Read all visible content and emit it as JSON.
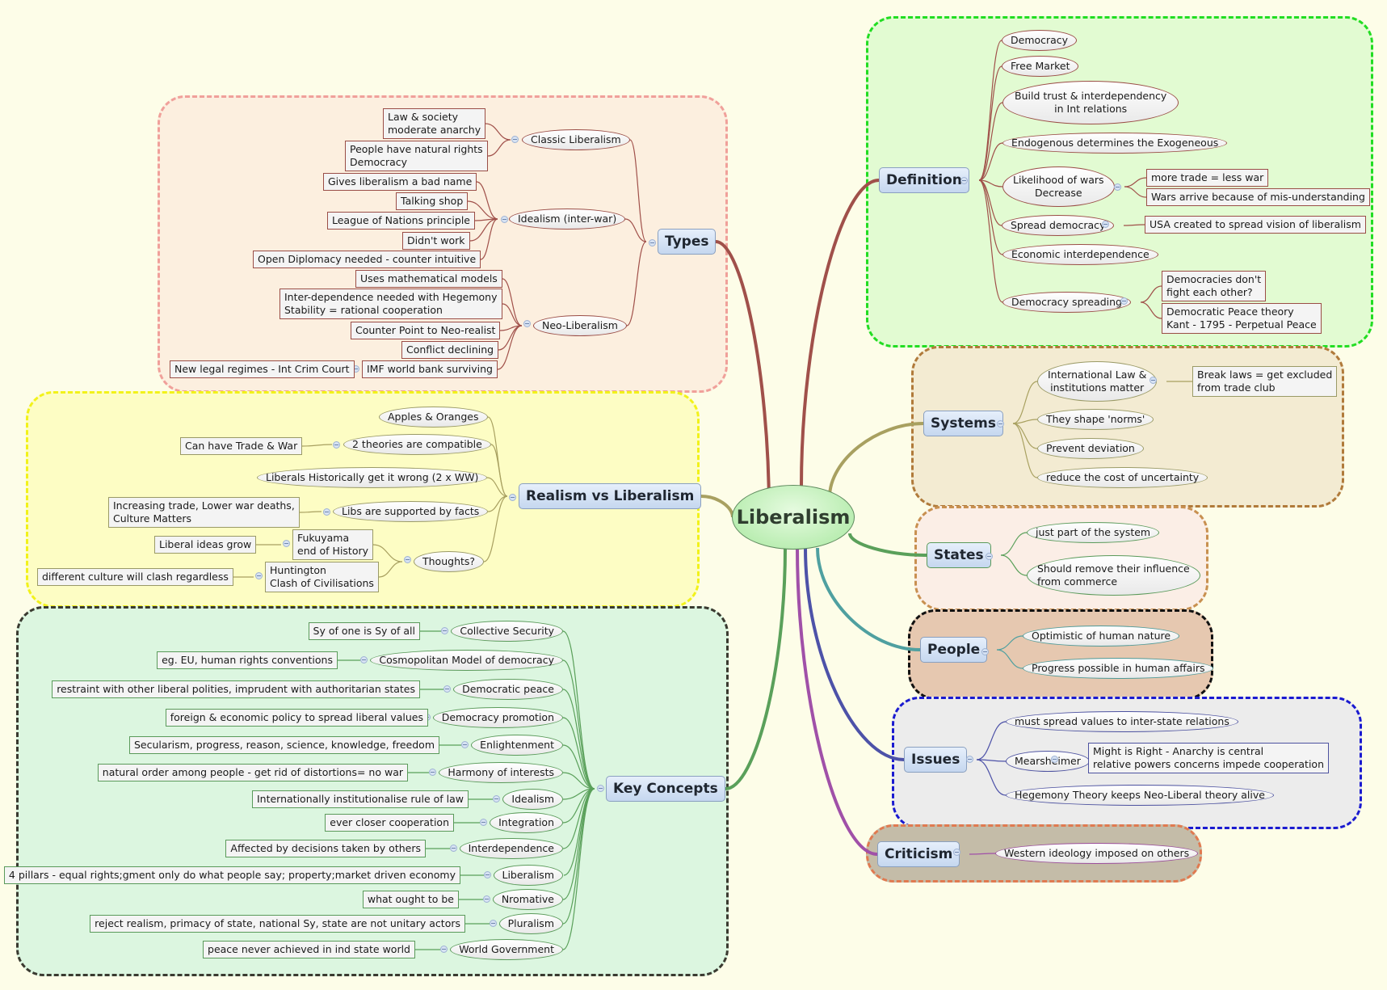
{
  "central": {
    "label": "Liberalism"
  },
  "colors": {
    "background": "#fdfde8",
    "central_fill": "#a9e8a0",
    "types_line": "#a0504a",
    "realism_line": "#a8a060",
    "key_concepts_line": "#5aa05a",
    "definition_line": "#a0504a",
    "systems_line": "#a8a060",
    "states_line": "#5aa05a",
    "people_line": "#4fa0a0",
    "issues_line": "#4d52a8",
    "criticism_line": "#a050a8"
  },
  "branches": {
    "types": {
      "label": "Types",
      "children": [
        {
          "label": "Classic Liberalism",
          "children": [
            "Law & society\nmoderate anarchy",
            "People have natural rights\nDemocracy"
          ]
        },
        {
          "label": "Idealism (inter-war)",
          "children": [
            "Gives liberalism a bad name",
            "Talking shop",
            "League of Nations principle",
            "Didn't work",
            "Open Diplomacy needed - counter intuitive"
          ]
        },
        {
          "label": "Neo-Liberalism",
          "children": [
            "Uses mathematical models",
            "Inter-dependence needed with Hegemony\nStability = rational cooperation",
            "Counter Point to Neo-realist",
            "Conflict declining",
            "IMF world bank surviving"
          ]
        }
      ],
      "imf_child": "New legal regimes - Int Crim Court"
    },
    "realism_vs_liberalism": {
      "label": "Realism vs Liberalism",
      "children": [
        {
          "label": "Apples & Oranges"
        },
        {
          "label": "2 theories are compatible",
          "child": "Can have Trade & War"
        },
        {
          "label": "Liberals Historically get it wrong (2 x WW)"
        },
        {
          "label": "Libs are supported by facts",
          "child": "Increasing trade, Lower war deaths,\nCulture Matters"
        },
        {
          "label": "Thoughts?",
          "children": [
            {
              "label": "Fukuyama\nend of History",
              "child": "Liberal ideas grow"
            },
            {
              "label": "Huntington\nClash of Civilisations",
              "child": "different culture will clash regardless"
            }
          ]
        }
      ]
    },
    "key_concepts": {
      "label": "Key Concepts",
      "children": [
        {
          "label": "Collective Security",
          "child": "Sy of one is Sy of all"
        },
        {
          "label": "Cosmopolitan Model of democracy",
          "child": "eg. EU, human rights conventions"
        },
        {
          "label": "Democratic peace",
          "child": "restraint with other liberal polities, imprudent with authoritarian states"
        },
        {
          "label": "Democracy promotion",
          "child": "foreign & economic policy to spread liberal values"
        },
        {
          "label": "Enlightenment",
          "child": "Secularism, progress, reason, science, knowledge, freedom"
        },
        {
          "label": "Harmony of interests",
          "child": "natural order among people - get rid of distortions= no war"
        },
        {
          "label": "Idealism",
          "child": "Internationally institutionalise rule of law"
        },
        {
          "label": "Integration",
          "child": "ever closer cooperation"
        },
        {
          "label": "Interdependence",
          "child": "Affected by decisions taken by others"
        },
        {
          "label": "Liberalism",
          "child": "4 pillars - equal rights;gment only do what people say; property;market driven economy"
        },
        {
          "label": "Nromative",
          "child": "what ought to be"
        },
        {
          "label": "Pluralism",
          "child": "reject realism, primacy of state, national Sy, state are not unitary actors"
        },
        {
          "label": "World Government",
          "child": "peace never achieved in ind state world"
        }
      ]
    },
    "definition": {
      "label": "Definition",
      "children": [
        {
          "label": "Democracy"
        },
        {
          "label": "Free Market"
        },
        {
          "label": "Build trust & interdependency\nin Int relations"
        },
        {
          "label": "Endogenous determines the Exogeneous"
        },
        {
          "label": "Likelihood of wars\nDecrease",
          "children": [
            "more trade = less war",
            "Wars arrive because of mis-understanding"
          ]
        },
        {
          "label": "Spread democracy",
          "children": [
            "USA created to spread vision of liberalism"
          ]
        },
        {
          "label": "Economic interdependence"
        },
        {
          "label": "Democracy spreading",
          "children": [
            "Democracies don't\nfight each other?",
            "Democratic Peace theory\nKant - 1795 - Perpetual Peace"
          ]
        }
      ]
    },
    "systems": {
      "label": "Systems",
      "children": [
        {
          "label": "International Law &\ninstitutions matter",
          "child": "Break laws = get excluded\nfrom trade club"
        },
        {
          "label": "They shape 'norms'"
        },
        {
          "label": "Prevent deviation"
        },
        {
          "label": "reduce the cost of uncertainty"
        }
      ]
    },
    "states": {
      "label": "States",
      "children": [
        "just part of the system",
        "Should remove their influence\nfrom commerce"
      ]
    },
    "people": {
      "label": "People",
      "children": [
        "Optimistic of human nature",
        "Progress possible in human affairs"
      ]
    },
    "issues": {
      "label": "Issues",
      "children": [
        {
          "label": "must spread values to inter-state relations"
        },
        {
          "label": "Mearsheimer",
          "child": "Might is Right - Anarchy is central\nrelative powers concerns impede cooperation"
        },
        {
          "label": "Hegemony Theory keeps Neo-Liberal theory alive"
        }
      ]
    },
    "criticism": {
      "label": "Criticism",
      "children": [
        "Western ideology imposed on others"
      ]
    }
  }
}
